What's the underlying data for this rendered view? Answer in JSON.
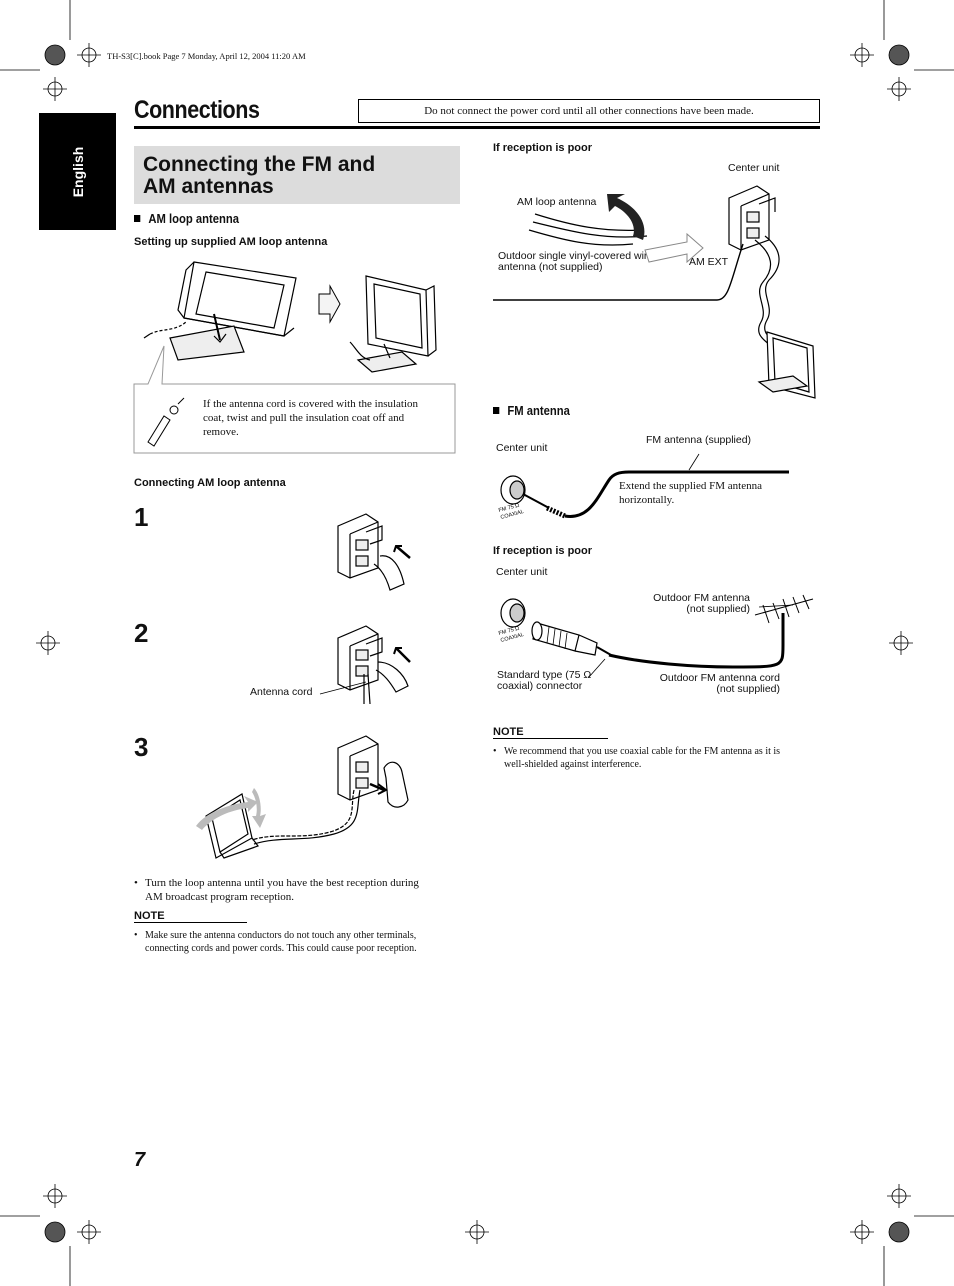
{
  "header": {
    "book_info": "TH-S3[C].book  Page 7  Monday, April 12, 2004  11:20 AM"
  },
  "page": {
    "title": "Connections",
    "warning": "Do not connect the  power cord until all other connections have been made.",
    "language_tab": "English",
    "page_number": "7"
  },
  "section": {
    "title_line1": "Connecting the FM and",
    "title_line2": "AM antennas"
  },
  "am": {
    "heading": "AM loop antenna",
    "setup_heading": "Setting up supplied AM loop antenna",
    "tip_lines": [
      "If the antenna cord is covered with the insulation",
      "coat, twist and pull the insulation coat off and",
      "remove."
    ],
    "connect_heading": "Connecting AM loop antenna",
    "steps": [
      "1",
      "2",
      "3"
    ],
    "antenna_cord_label": "Antenna cord",
    "bullet_lines": [
      "Turn the loop antenna until you have the best reception during",
      "AM broadcast program reception."
    ],
    "note_title": "NOTE",
    "note_lines": [
      "Make sure the antenna conductors do not touch any other terminals,",
      "connecting cords and power cords. This could cause poor reception."
    ]
  },
  "am_poor": {
    "heading": "If reception is poor",
    "center_unit": "Center unit",
    "am_loop_label": "AM loop antenna",
    "outdoor_line1": "Outdoor single vinyl-covered wire",
    "outdoor_line2": "antenna (not supplied)",
    "am_ext": "AM EXT"
  },
  "fm": {
    "heading": "FM antenna",
    "center_unit": "Center unit",
    "supplied_label": "FM antenna (supplied)",
    "extend_line1": "Extend the supplied FM antenna",
    "extend_line2": "horizontally.",
    "poor_heading": "If reception is poor",
    "center_unit2": "Center unit",
    "outdoor_line1": "Outdoor FM antenna",
    "outdoor_line2": "(not supplied)",
    "standard_line1": "Standard type (75 Ω",
    "standard_line2": "coaxial) connector",
    "cord_line1": "Outdoor FM antenna cord",
    "cord_line2": "(not supplied)",
    "jack_label1": "FM 75 Ω",
    "jack_label2": "COAXIAL",
    "note_title": "NOTE",
    "note_lines": [
      "We recommend that you use coaxial cable for the FM antenna as it is",
      "well-shielded against interference."
    ]
  }
}
